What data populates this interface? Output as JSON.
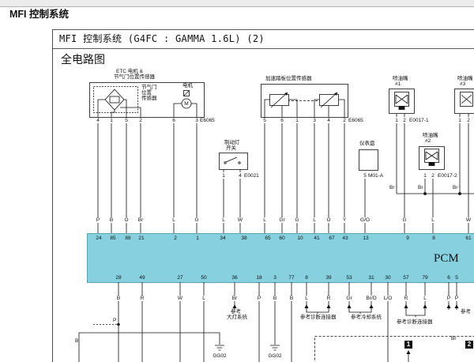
{
  "page": {
    "section_title": "MFI 控制系统"
  },
  "diagram": {
    "title": "MFI 控制系统 (G4FC : GAMMA 1.6L) (2)",
    "subtitle": "全电路图",
    "etc": {
      "title_line1": "ETC 电机 &",
      "title_line2": "节气门位置传感器",
      "tps_label": [
        "节气门",
        "位置",
        "传感器"
      ],
      "motor_label": "电机",
      "motor_symbol": "M",
      "pins": [
        "4",
        "1",
        "5",
        "2",
        "6",
        "3"
      ],
      "connector": "E6065"
    },
    "aps": {
      "title": "加速踏板位置传感器",
      "pins": [
        "5",
        "6",
        "1",
        "3",
        "4",
        "2"
      ],
      "connector": "E6065"
    },
    "brake_switch": {
      "label": [
        "制动灯",
        "开关"
      ],
      "pins": [
        "1",
        "4"
      ],
      "connector": "E0021"
    },
    "cluster": {
      "label": "仪表盘",
      "pin": "5",
      "connector": "M01-A"
    },
    "injector_1": {
      "label": [
        "喷油嘴",
        "#1"
      ],
      "pins": [
        "1",
        "2"
      ],
      "connector": "E0017-1"
    },
    "injector_2": {
      "label": [
        "喷油嘴",
        "#2"
      ],
      "pins": [
        "1",
        "2"
      ],
      "connector": "E0017-2"
    },
    "injector_3": {
      "label": [
        "喷油嘴",
        "#3"
      ],
      "pins": [
        "1",
        "2"
      ]
    },
    "injector_supply_colors": [
      "Br",
      "Br",
      "Br"
    ],
    "wire_colors_top": [
      "P",
      "B",
      "O",
      "Br",
      "L",
      "G",
      "L",
      "W",
      "L",
      "Gr",
      "G",
      "L",
      "O",
      "Y",
      "G/O",
      "G",
      "L",
      "W"
    ],
    "pcm": {
      "label": "PCM",
      "top_pins": [
        "24",
        "85",
        "88",
        "21",
        "2",
        "1",
        "34",
        "38",
        "65",
        "60",
        "10",
        "41",
        "67",
        "43",
        "13",
        "9",
        "8",
        "61"
      ],
      "bottom_pins": [
        "28",
        "49",
        "27",
        "50",
        "36",
        "18",
        "3",
        "77",
        "8",
        "39",
        "53",
        "31",
        "30",
        "57",
        "79",
        "6",
        "5"
      ]
    },
    "wire_colors_bottom": [
      "B",
      "R",
      "W",
      "L",
      "Br",
      "P",
      "B",
      "B",
      "L",
      "R",
      "Gr",
      "Br/O",
      "L/O",
      "R",
      "L",
      "P",
      "P"
    ],
    "references": {
      "headlamp": [
        "参考",
        "大灯系统"
      ],
      "diag_1": "参考诊断连接器",
      "cooling": "参考冷却系统",
      "diag_2": "参考诊断连接器",
      "right": "参考"
    },
    "misc_colors": {
      "left_b": "B",
      "left_p": "P",
      "bottom_br": "Br"
    },
    "grounds": [
      "GG02",
      "GG02"
    ],
    "markers": [
      "1",
      "2"
    ],
    "colors": {
      "pcm_fill": "#86d0e0",
      "pcm_border": "#3f93a8",
      "line": "#111111"
    }
  }
}
